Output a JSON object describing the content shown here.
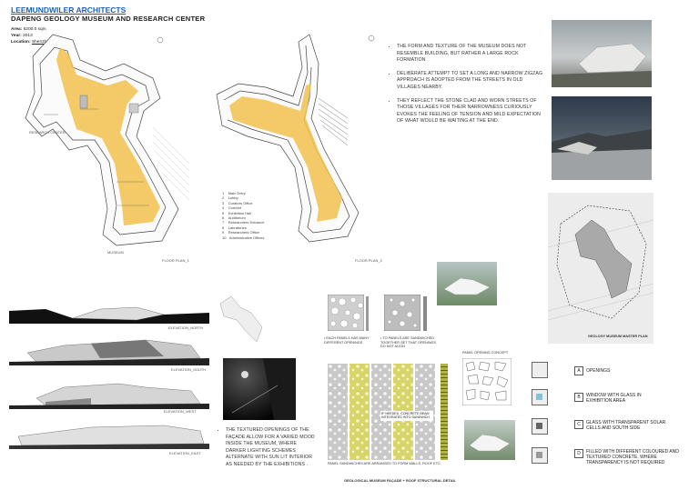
{
  "header": {
    "firm": "LEEMUNDWILER ARCHITECTS",
    "project": "DAPENG GEOLOGY MUSEUM AND RESEARCH CENTER",
    "area_label": "Area:",
    "area_value": "6200.0 sqm",
    "year_label": "Year:",
    "year_value": "2013",
    "location_label": "Location:",
    "location_value": "Shenzhen, China"
  },
  "plans": {
    "research_label": "RESEARCH CENTER",
    "museum_label": "MUSEUM",
    "plan1_caption": "FLOOR PLAN_1",
    "plan2_caption": "FLOOR PLAN_2",
    "legend": [
      {
        "num": "1",
        "name": "Main Entry"
      },
      {
        "num": "2",
        "name": "Lobby"
      },
      {
        "num": "3",
        "name": "Curators Office"
      },
      {
        "num": "4",
        "name": "Corridor"
      },
      {
        "num": "5",
        "name": "Exhibition Hall"
      },
      {
        "num": "6",
        "name": "Auditorium"
      },
      {
        "num": "7",
        "name": "Researchers Entrance"
      },
      {
        "num": "8",
        "name": "Labratories"
      },
      {
        "num": "9",
        "name": "Researchers Office"
      },
      {
        "num": "10",
        "name": "Administrative Offices"
      }
    ]
  },
  "description": [
    "THE FORM AND TEXTURE OF THE MUSEUM DOES NOT RESEMBLE BUILDING, BUT RATHER A LARGE ROCK FORMATION",
    "DELIBERATE ATTEMPT TO SET A LONG AND NARROW ZIGZAG APPROACH IS ADOPTED FROM THE STREETS IN OLD VILLAGES NEARBY.",
    "THEY REFLECT THE STONE CLAD AND WORN STREETS OF THOSE VILLAGES FOR THEIR NARROWNESS CURIOUSLY EVOKES THE FEELING OF TENSION AND MILD EXPECTATION OF WHAT WOULD BE WAITING AT THE END."
  ],
  "master_plan_caption": "GEOLOGY MUSEUM MASTER PLAN",
  "elevations": [
    "ELEVATION_NORTH",
    "ELEVATION_SOUTH",
    "ELEVATION_WEST",
    "ELEVATION_EAST"
  ],
  "interior_text": "THE TEXTURED OPENINGS OF THE FAÇADE ALLOW FOR A VARIED MOOD INSIDE THE MUSEUM, WHERE DARKER LIGHTING SCHEMES ALTERNATE WITH SUN LIT INTERIOR AS NEEDED BY THE EXHIBITIONS .",
  "panels": {
    "note1": "EACH PANELS HAS MANY DIFFERENT OPENINGS",
    "note2": "TO PANELS ARE SANDWICHED TOGETHER SET THAT OPENINGS DO NOT ALIGN",
    "note3": "PANEL SANDWICHES ARE ARRANGED TO FORM WALLS, ROOF ETC.",
    "note4": "IF NEEDED, CONCRETE BEAM INTEGRATED INTO SANDWICH",
    "concept_label": "PANEL OPENING CONCEPT",
    "facade_caption": "GEOLOGICAL MUSEUM FAÇADE + ROOF STRUCTURAL DETAIL"
  },
  "detail_legend": [
    {
      "letter": "A",
      "text": "OPENINGS"
    },
    {
      "letter": "B",
      "text": "WINDOW WITH GLASS IN EXHIBITION AREA"
    },
    {
      "letter": "C",
      "text": "GLASS WITH TRANSPARENT SOLAR CELLS AND SOUTH SIDE"
    },
    {
      "letter": "D",
      "text": "FILLED WITH DIFFERENT COLOURED AND TEXTURED CONCRETE, WHERE TRANSPARENCY IS NOT REQUIRED"
    }
  ],
  "colors": {
    "accent_link": "#1f5fb8",
    "corridor": "#f2c14e",
    "ground": "#111111"
  }
}
